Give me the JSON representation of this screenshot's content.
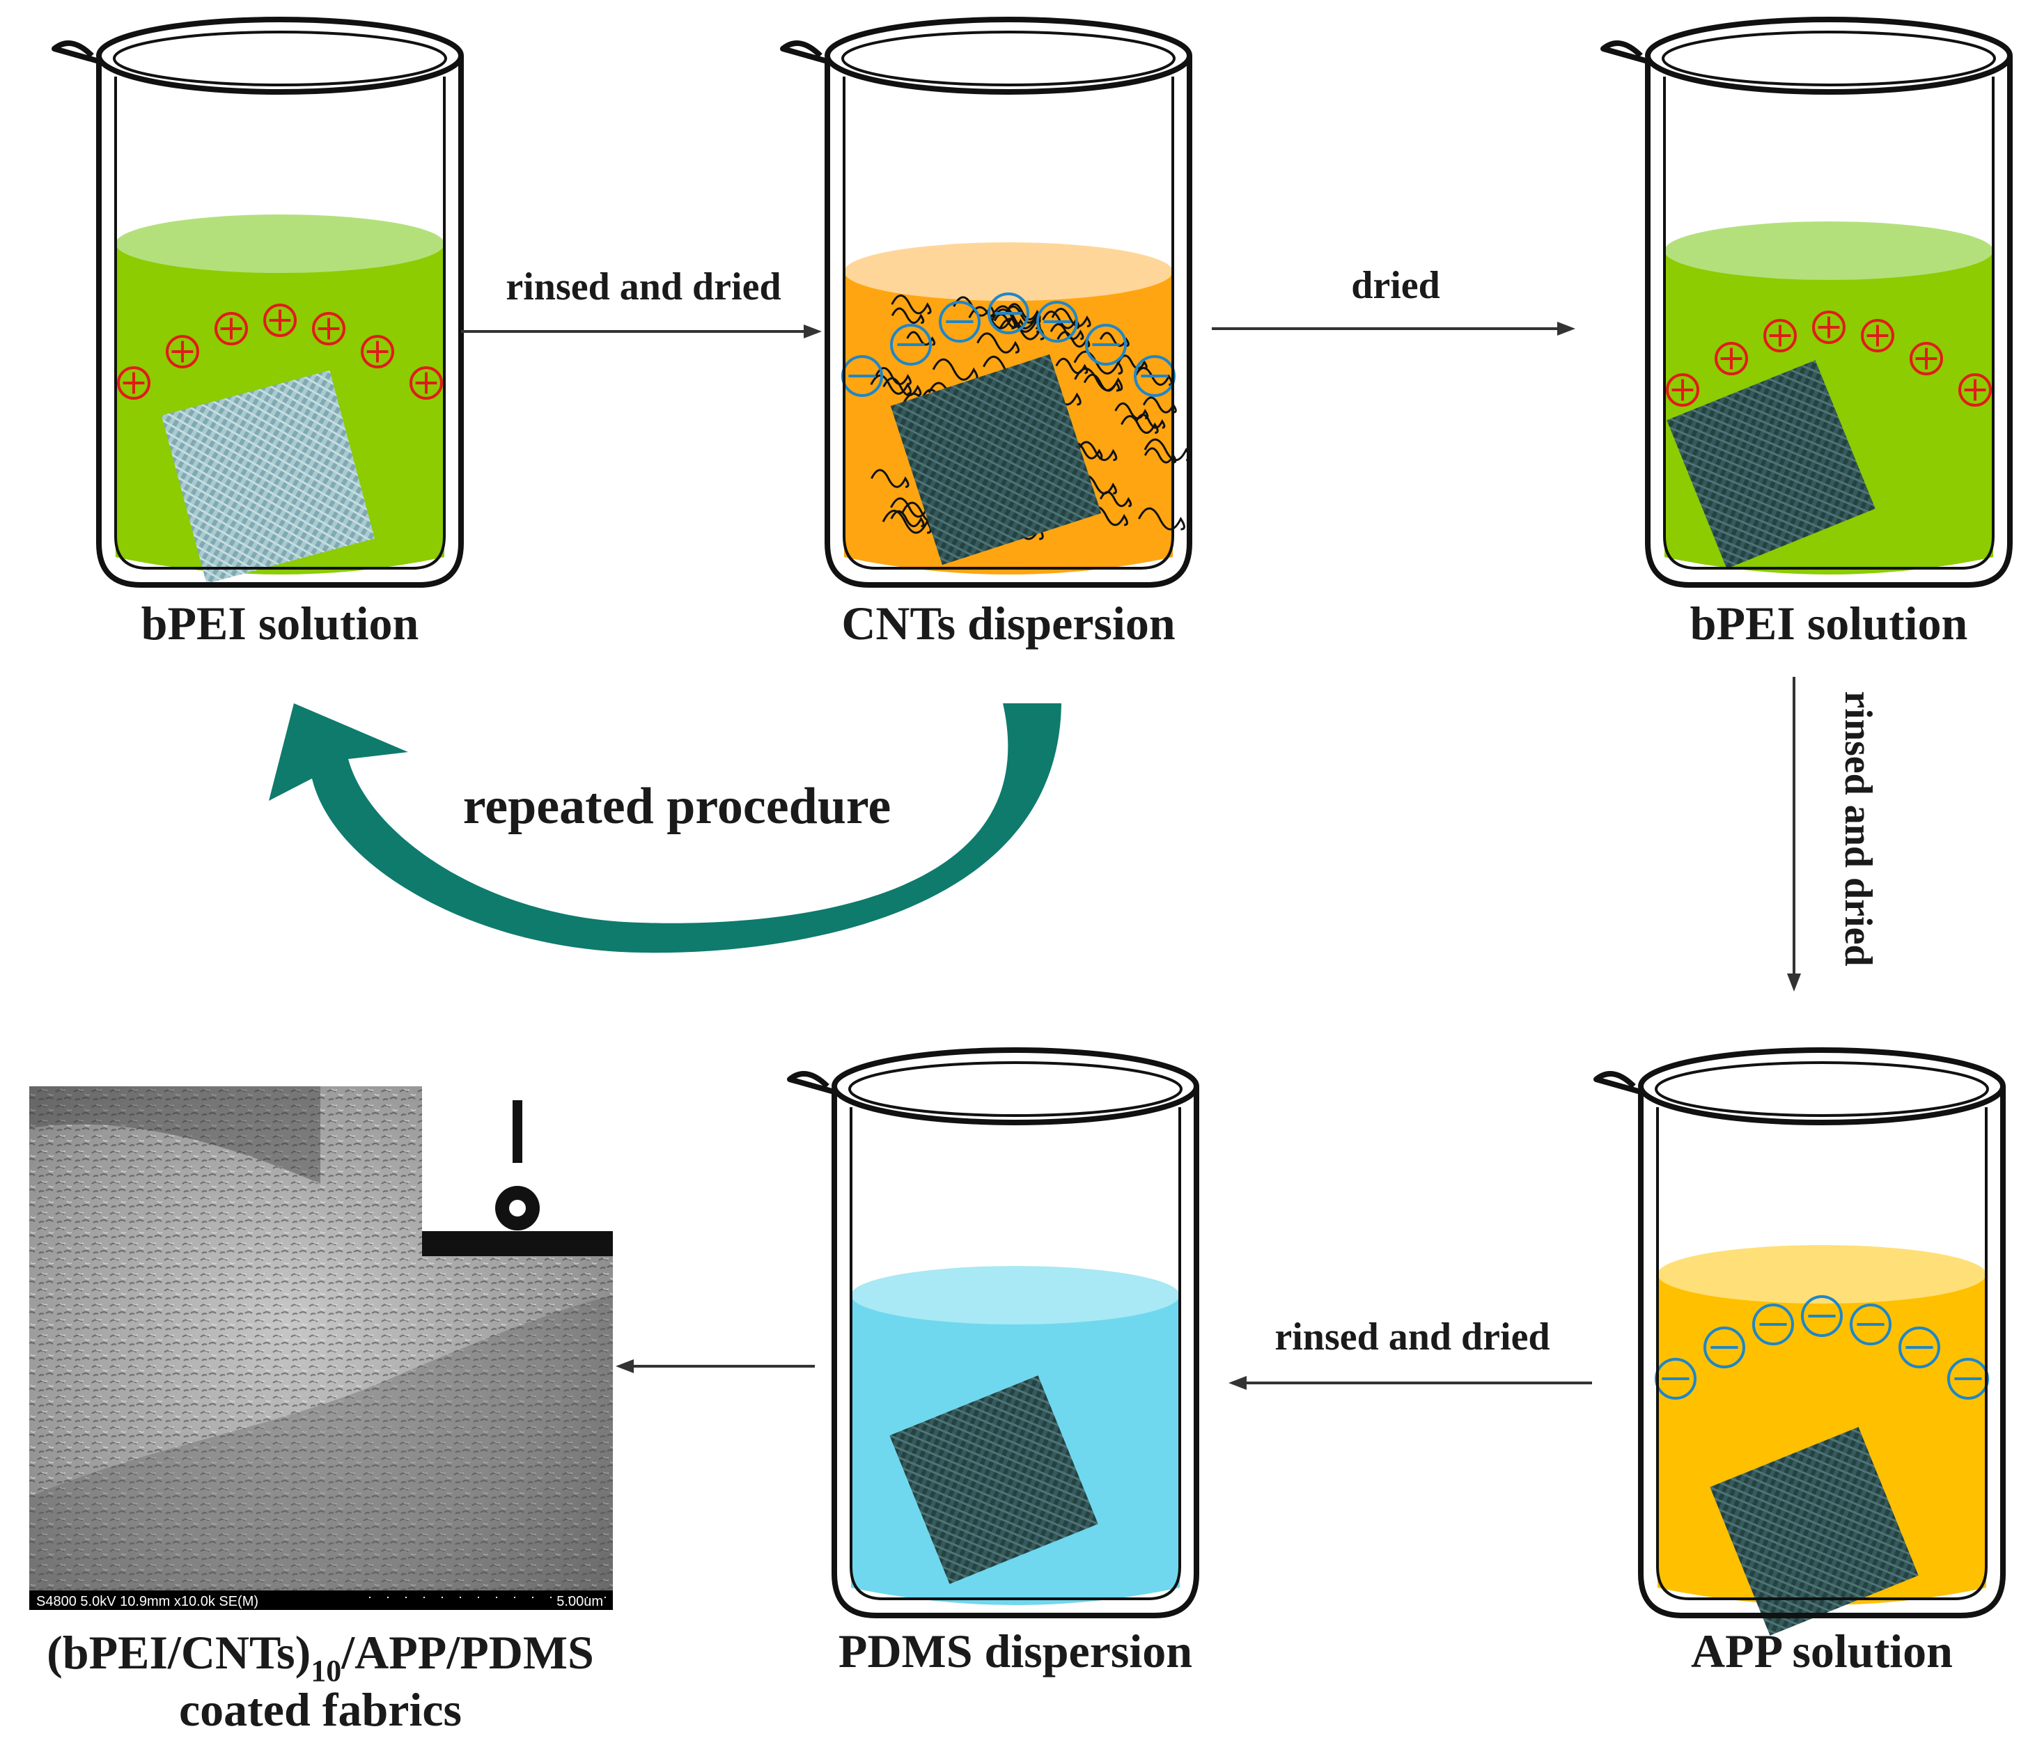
{
  "beakers": [
    {
      "id": "b1",
      "label": "bPEI solution",
      "color": "#8ccc00",
      "top_color": "#b4e07c",
      "charge": "plus"
    },
    {
      "id": "b2",
      "label": "CNTs dispersion",
      "color": "#ffa511",
      "top_color": "#ffd69a",
      "charge": "minus"
    },
    {
      "id": "b3",
      "label": "bPEI solution",
      "color": "#8ccc00",
      "top_color": "#b4e07c",
      "charge": "plus"
    },
    {
      "id": "b4",
      "label": "PDMS dispersion",
      "color": "#6fd8ee",
      "top_color": "#a9e8f5",
      "charge": "none"
    },
    {
      "id": "b5",
      "label": "APP solution",
      "color": "#ffc000",
      "top_color": "#ffdf78",
      "charge": "minus"
    }
  ],
  "arrows": {
    "b1_to_b2": "rinsed and dried",
    "b2_to_b3": "dried",
    "b3_to_b5": "rinsed and dried",
    "b5_to_b4": "rinsed and dried"
  },
  "loop_label": "repeated procedure",
  "result": {
    "line1_main": "(bPEI/CNTs)",
    "line1_sub": "10",
    "line1_tail": "/APP/PDMS",
    "line2": "coated fabrics",
    "sem_info": "S4800 5.0kV 10.9mm x10.0k SE(M)",
    "sem_scale": "5.00um"
  },
  "colors": {
    "plus_charge": "#e11b1b",
    "minus_charge": "#1f86c8",
    "loop_arrow": "#0e7b6c",
    "fabric_light": "#9cc2c6",
    "fabric_dark": "#2f5558"
  }
}
